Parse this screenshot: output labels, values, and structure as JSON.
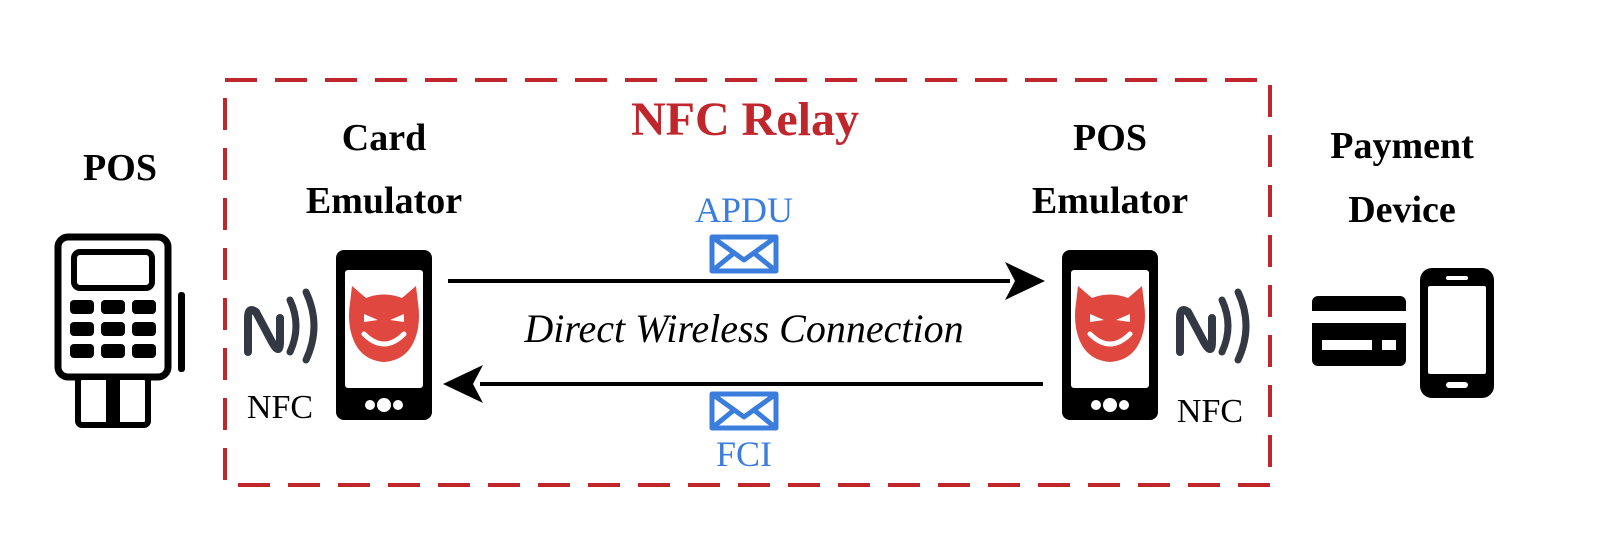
{
  "relay_box": {
    "title": "NFC Relay",
    "color": "#c0272d"
  },
  "pos": {
    "label": "POS"
  },
  "card_emulator": {
    "label_line1": "Card",
    "label_line2": "Emulator",
    "nfc_label": "NFC"
  },
  "pos_emulator": {
    "label_line1": "POS",
    "label_line2": "Emulator",
    "nfc_label": "NFC"
  },
  "payment_device": {
    "label_line1": "Payment",
    "label_line2": "Device"
  },
  "connection": {
    "label": "Direct Wireless Connection",
    "forward_message": "APDU",
    "return_message": "FCI",
    "message_color": "#3b7ddd"
  },
  "icons": {
    "pos": "pos-terminal-icon",
    "phone": "smartphone-icon",
    "devil": "devil-face-icon",
    "nfc": "nfc-waves-icon",
    "envelope": "envelope-icon",
    "card": "credit-card-icon"
  }
}
